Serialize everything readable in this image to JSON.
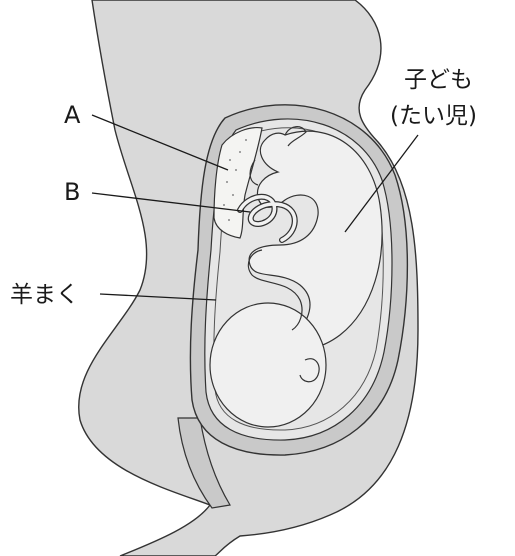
{
  "labels": {
    "a": "A",
    "b": "B",
    "amnion": "羊まく",
    "child": "子ども",
    "child_sub": "(たい児)"
  },
  "colors": {
    "body": "#d9d9d9",
    "uterus_wall": "#c9c9c9",
    "amniotic_fluid": "#e6e6e6",
    "fetus": "#f0f0f0",
    "placenta": "#f4f4f2",
    "outline": "#333333"
  }
}
